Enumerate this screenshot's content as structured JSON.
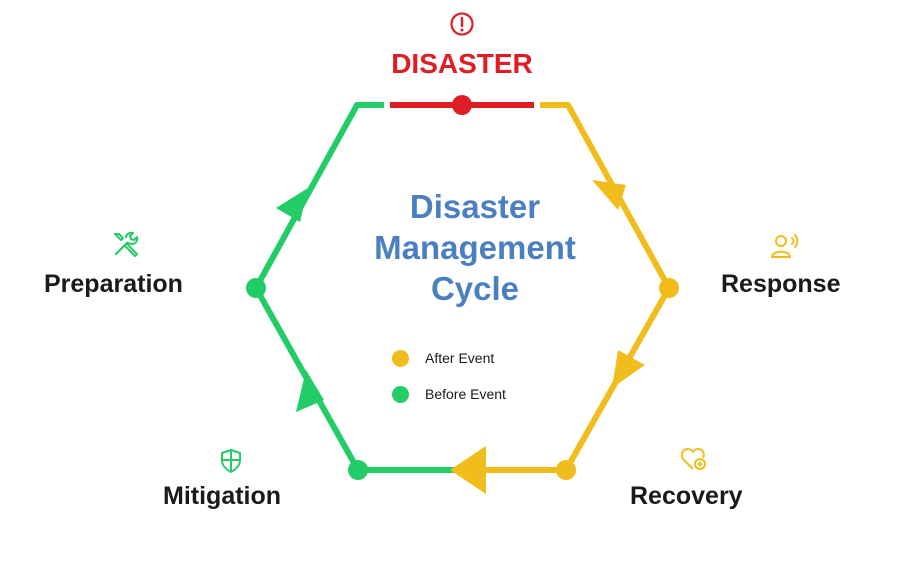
{
  "colors": {
    "disaster": "#e01d25",
    "after_event": "#f0bd1c",
    "before_event": "#22cc66",
    "title": "#4a7fc1",
    "text": "#1a1a1a"
  },
  "disaster": {
    "label": "DISASTER",
    "icon": "alert-circle-icon"
  },
  "title": {
    "line1": "Disaster",
    "line2": "Management",
    "line3": "Cycle"
  },
  "legend": [
    {
      "label": "After Event",
      "color": "#f0bd1c"
    },
    {
      "label": "Before Event",
      "color": "#22cc66"
    }
  ],
  "stages": {
    "response": {
      "label": "Response",
      "icon": "person-speaking-icon",
      "phase": "After Event"
    },
    "recovery": {
      "label": "Recovery",
      "icon": "heart-plus-icon",
      "phase": "After Event"
    },
    "mitigation": {
      "label": "Mitigation",
      "icon": "shield-icon",
      "phase": "Before Event"
    },
    "preparation": {
      "label": "Preparation",
      "icon": "tools-icon",
      "phase": "Before Event"
    }
  }
}
